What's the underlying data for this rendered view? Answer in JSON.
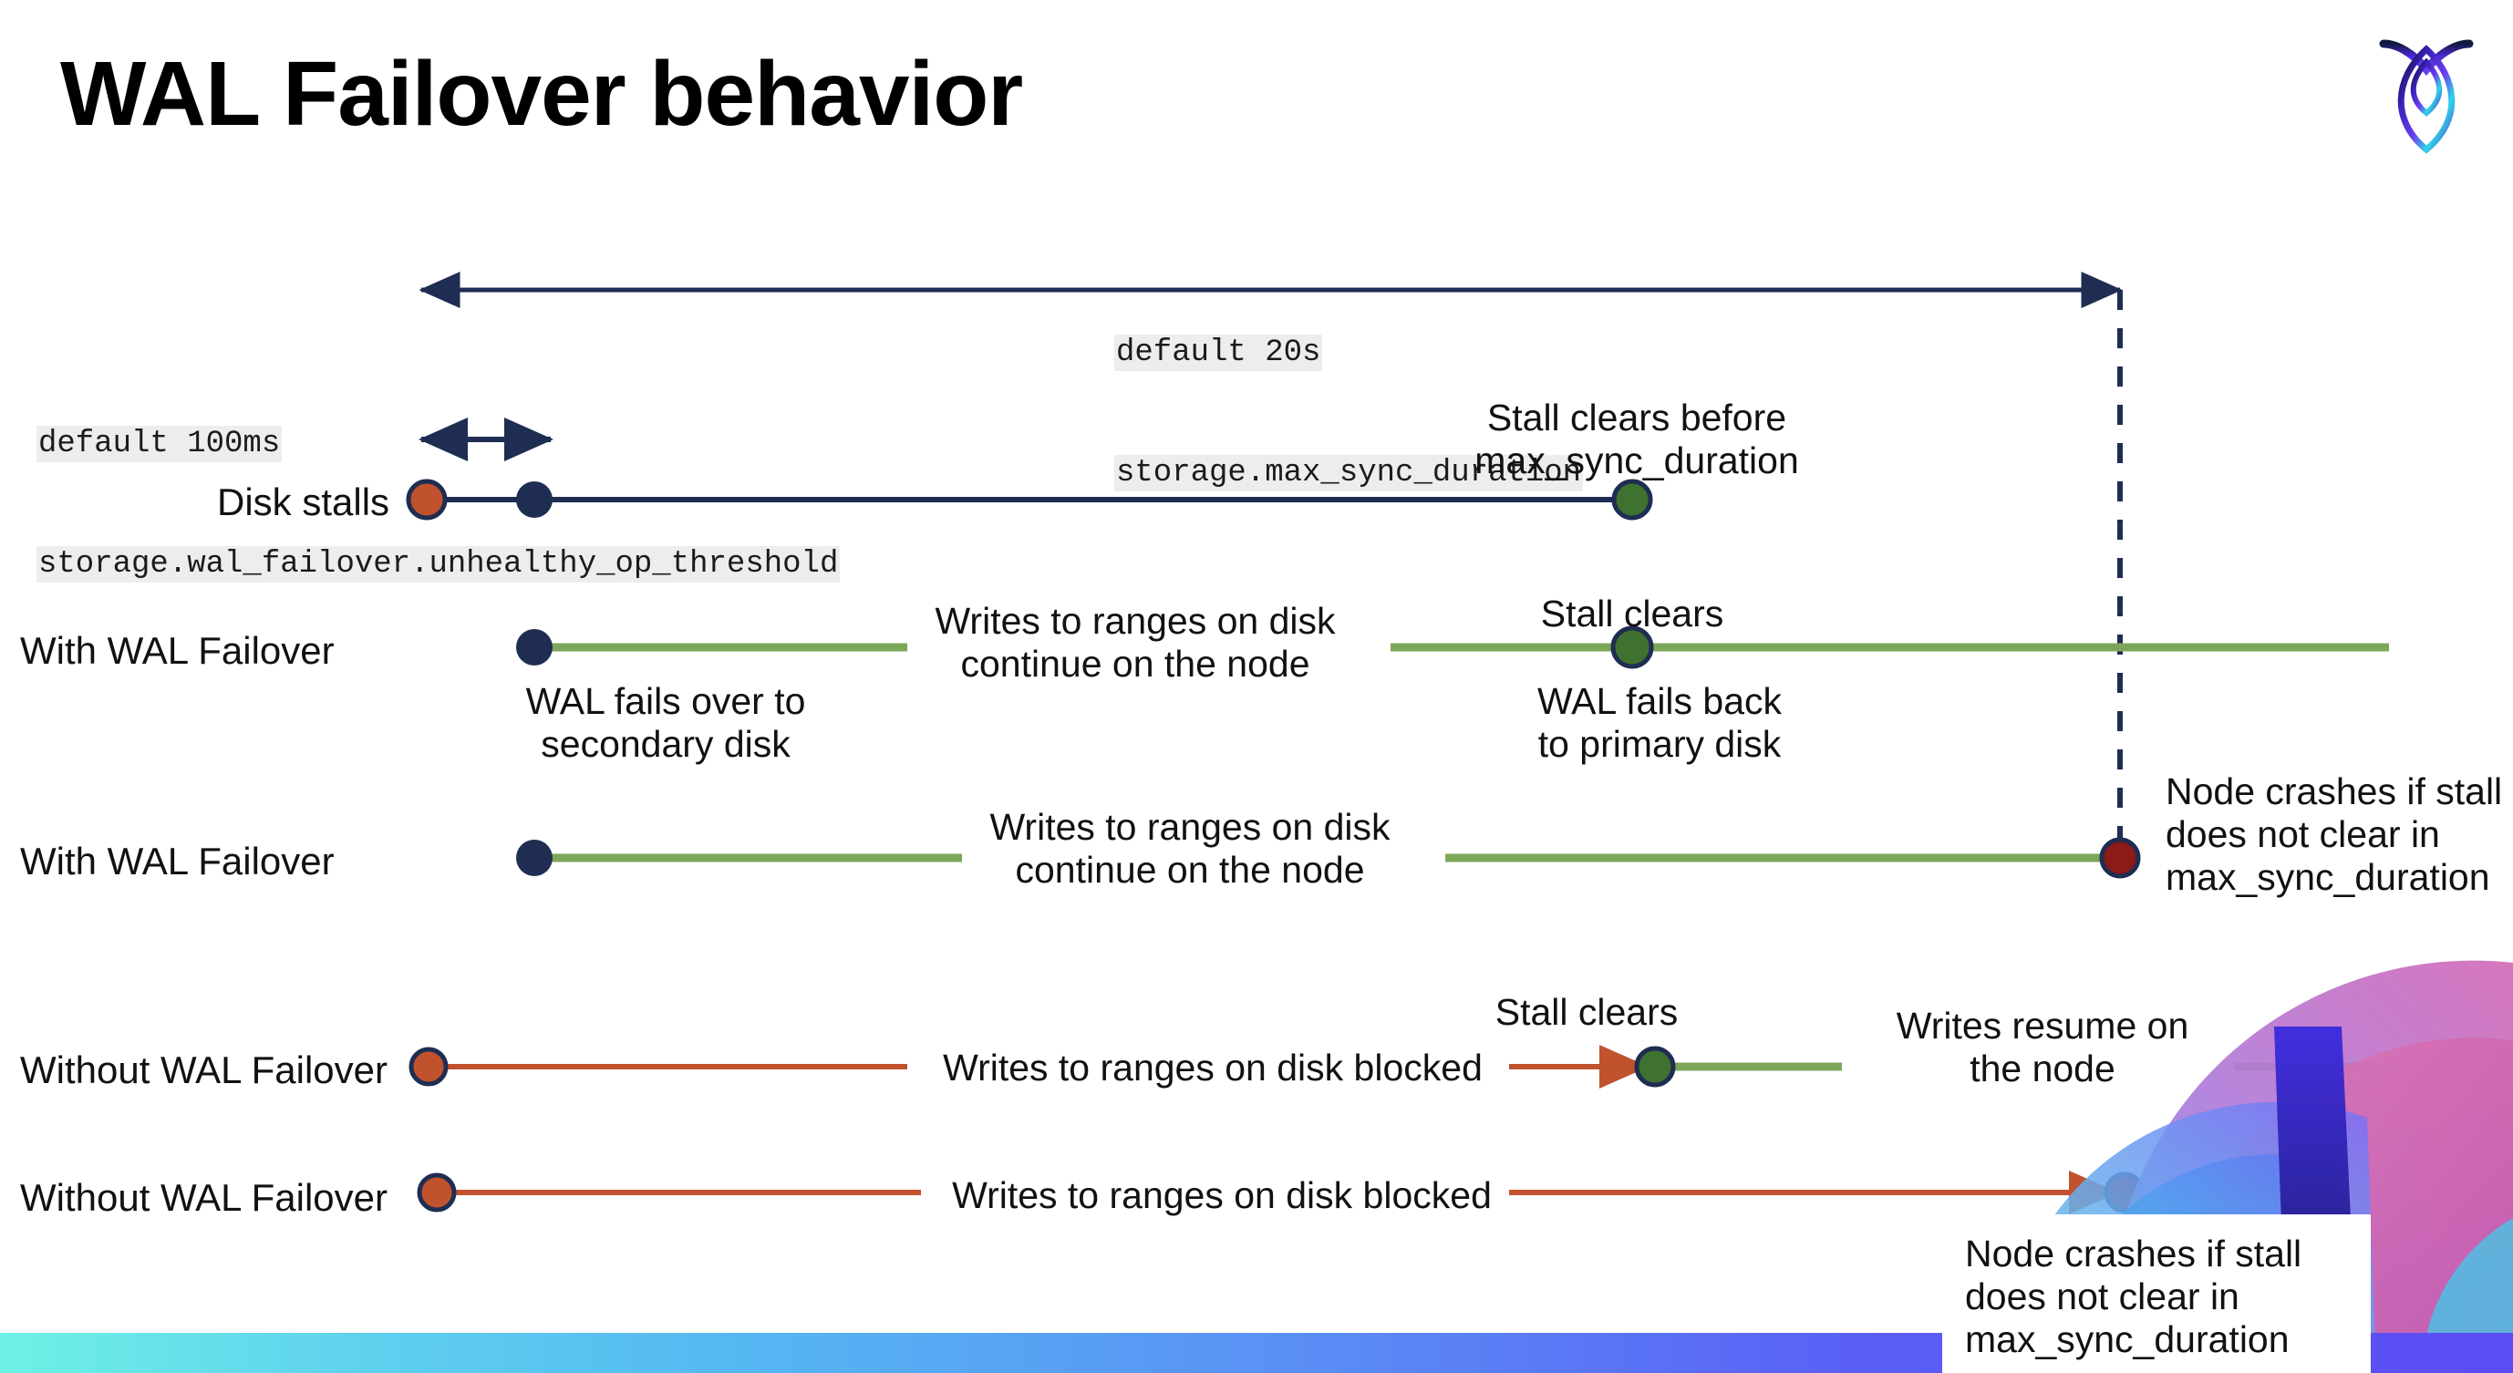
{
  "slide": {
    "title": "WAL Failover behavior",
    "logo_name": "cockroachdb-logo"
  },
  "settings_notes": [
    {
      "id": "max-sync-duration-note",
      "default_line": "default 20s",
      "setting_line": "storage.max_sync_duration"
    },
    {
      "id": "unhealthy-op-threshold-note",
      "default_line": "default 100ms",
      "setting_line": "storage.wal_failover.unhealthy_op_threshold"
    }
  ],
  "rows": [
    {
      "id": "disk-stalls",
      "label": "Disk stalls",
      "annotation": "Stall clears before\nmax_sync_duration"
    },
    {
      "id": "with-wal-failover-clears",
      "label": "With WAL Failover",
      "annotation_failover": "WAL fails over to\nsecondary disk",
      "annotation_writes": "Writes to ranges on disk\ncontinue on the node",
      "annotation_clears": "Stall clears",
      "annotation_failback": "WAL fails  back\nto primary disk"
    },
    {
      "id": "with-wal-failover-crash",
      "label": "With WAL Failover",
      "annotation_writes": "Writes to ranges on disk\ncontinue on the node",
      "annotation_crash": "Node crashes if stall\ndoes not clear in\nmax_sync_duration"
    },
    {
      "id": "without-wal-failover-clears",
      "label": "Without WAL Failover",
      "annotation_blocked": "Writes to ranges on disk  blocked",
      "annotation_clears": "Stall clears",
      "annotation_resume": "Writes resume on\nthe node"
    },
    {
      "id": "without-wal-failover-crash",
      "label": "Without WAL Failover",
      "annotation_blocked": "Writes to ranges on disk  blocked",
      "annotation_crash": "Node crashes if stall\ndoes not clear in\nmax_sync_duration"
    }
  ],
  "colors": {
    "navy": "#1f2d52",
    "green_line": "#7aa css",
    "green_line_hex": "#7ca75a",
    "green_dot": "#3f7130",
    "orange_dot": "#c0522e",
    "red_dot": "#8c1a16",
    "code_bg": "#ededed",
    "gradient_start": "#6ff0e4",
    "gradient_end": "#5b4cf3"
  },
  "markers": {
    "stall_start": "stall-start-marker",
    "failover_point": "failover-marker",
    "stall_clear": "stall-clear-marker",
    "node_crash": "node-crash-marker"
  }
}
